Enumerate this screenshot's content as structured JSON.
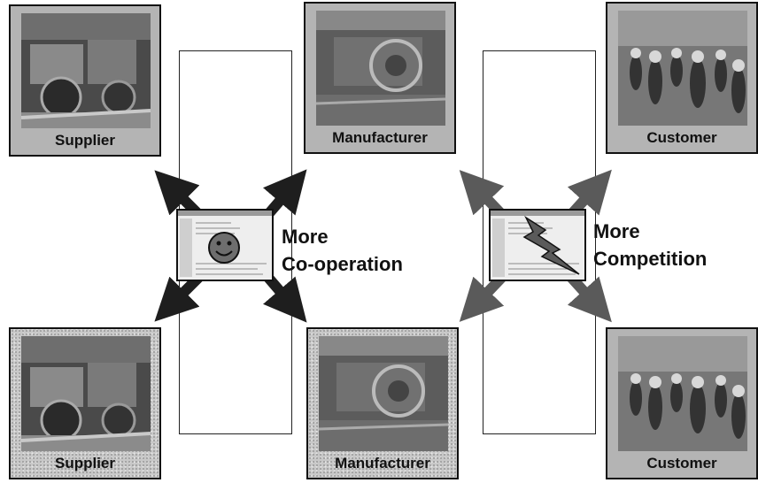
{
  "tiles": {
    "supplier_top": "Supplier",
    "manufacturer_top": "Manufacturer",
    "customer_top": "Customer",
    "supplier_bottom": "Supplier",
    "manufacturer_bottom": "Manufacturer",
    "customer_bottom": "Customer"
  },
  "left_group": {
    "caption_line1": "More",
    "caption_line2": "Co-operation",
    "center_icon": "smiley-face-icon",
    "arrow_color": "#222222"
  },
  "right_group": {
    "caption_line1": "More",
    "caption_line2": "Competition",
    "center_icon": "lightning-bolt-icon",
    "arrow_color": "#5a5a5a"
  }
}
